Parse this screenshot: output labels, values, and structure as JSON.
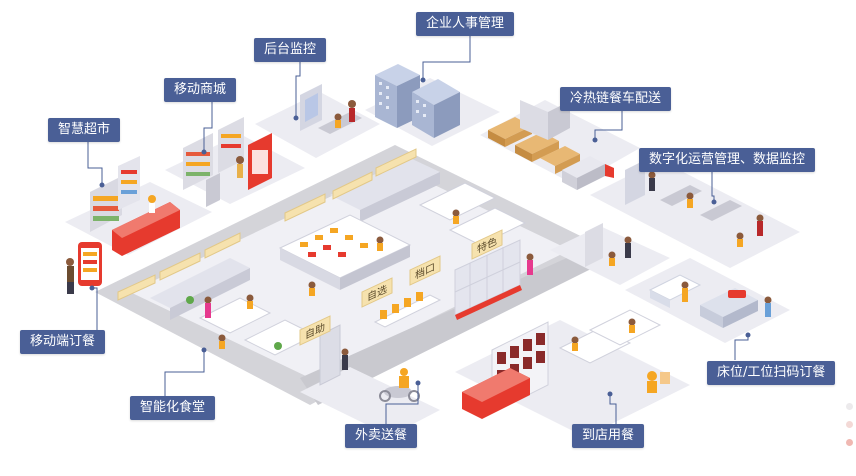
{
  "labels": {
    "hr": "企业人事管理",
    "backend": "后台监控",
    "mall": "移动商城",
    "supermarket": "智慧超市",
    "cold_chain": "冷热链餐车配送",
    "digital_ops": "数字化运营管理、数据监控",
    "mobile_order": "移动端订餐",
    "smart_canteen": "智能化食堂",
    "takeaway": "外卖送餐",
    "dine_in": "到店用餐",
    "bed_scan": "床位/工位扫码订餐"
  },
  "signs": {
    "zixuan": "自选",
    "dangkou": "档口",
    "tese": "特色",
    "zizhu": "自助"
  },
  "colors": {
    "label_bg": "#4a5f96",
    "leader_line": "#4a5f96",
    "floor": "#eeeef4",
    "road": "#d6d6da",
    "sign_bg": "#f6e2ae",
    "accent_red": "#e63a2e",
    "accent_orange": "#f5a623"
  },
  "pager_dots": 3
}
